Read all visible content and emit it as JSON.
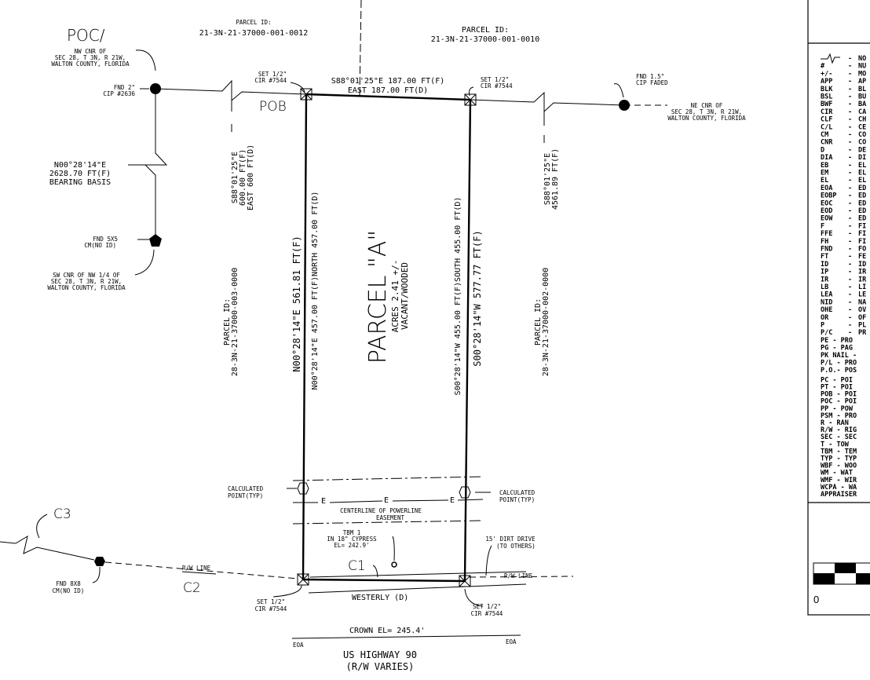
{
  "parcels": {
    "north_west": {
      "label": "PARCEL ID:",
      "id": "21-3N-21-37000-001-0012"
    },
    "north_east": {
      "label": "PARCEL ID:",
      "id": "21-3N-21-37000-001-0010"
    },
    "west": {
      "label": "PARCEL ID:",
      "id": "28-3N-21-37000-003-0000"
    },
    "east": {
      "label": "PARCEL ID:",
      "id": "28-3N-21-37000-002-0000"
    }
  },
  "subject": {
    "title": "PARCEL \"A\"",
    "acres": "ACRES 2.41 +/-",
    "use": "VACANT/WOODED"
  },
  "labels": {
    "poc": "POC/",
    "poc_desc": [
      "NW CNR OF",
      "SEC 28, T 3N, R 21W,",
      "WALTON COUNTY, FLORIDA"
    ],
    "fnd2": [
      "FND 2\"",
      "CIP #2636"
    ],
    "pob": "POB",
    "set_cir_nw": [
      "SET 1/2\"",
      "CIR #7544"
    ],
    "set_cir_ne": [
      "SET 1/2\"",
      "CIR #7544"
    ],
    "set_cir_sw": [
      "SET 1/2\"",
      "CIR #7544"
    ],
    "set_cir_se": [
      "SET 1/2\"",
      "CIR #7544"
    ],
    "north_line": [
      "S88°01'25\"E 187.00 FT(F)",
      "EAST 187.00 FT(D)"
    ],
    "fnd15": [
      "FND 1.5\"",
      "CIP FADED"
    ],
    "ne_cnr": [
      "NE CNR OF",
      "SEC 28, T 3N, R 21W,",
      "WALTON COUNTY, FLORIDA"
    ],
    "bearing_basis": [
      "N00°28'14\"E",
      "2628.70 FT(F)",
      "BEARING BASIS"
    ],
    "fnd5x5": [
      "FND 5X5",
      "CM(NO ID)"
    ],
    "sw_cnr": [
      "SW CNR OF NW 1/4 OF",
      "SEC 28, T 3N, R 21W,",
      "WALTON COUNTY, FLORIDA"
    ],
    "west_tie": [
      "S88°01'25\"E",
      "600.00 FT(F)",
      "EAST 600 FT(D)"
    ],
    "east_tie": [
      "S88°01'25\"E",
      "4561.89 FT(F)"
    ],
    "west_line_outer": "N00°28'14\"E 561.81 FT(F)",
    "west_line_inner": "N00°28'14\"E 457.00 FT(F)NORTH 457.00 FT(D)",
    "east_line_inner": "S00°28'14\"W 455.00 FT(F)SOUTH 455.00 FT(D)",
    "east_line_outer": "S00°28'14\"W 577.77 FT(F)",
    "calc_point": [
      "CALCULATED",
      "POINT(TYP)"
    ],
    "powerline": [
      "CENTERLINE OF POWERLINE",
      "EASEMENT"
    ],
    "e_marker": "E",
    "tbm": [
      "TBM 1",
      "IN 18\" CYPRESS",
      "EL= 242.9'"
    ],
    "c1": "C1",
    "c2": "C2",
    "c3": "C3",
    "rw_line": "R/W LINE",
    "dirt_drive": [
      "15' DIRT DRIVE",
      "(TO OTHERS)"
    ],
    "fnd8x8": [
      "FND 8X8",
      "CM(NO ID)"
    ],
    "westerly": "WESTERLY (D)",
    "crown": "CROWN EL= 245.4'",
    "eoa": "EOA",
    "highway": [
      "US HIGHWAY 90",
      "(R/W VARIES)"
    ]
  },
  "legend": {
    "items": [
      [
        "",
        "NO"
      ],
      [
        "#",
        "NU"
      ],
      [
        "+/-",
        "MO"
      ],
      [
        "APP",
        "AP"
      ],
      [
        "BLK",
        "BL"
      ],
      [
        "BSL",
        "BU"
      ],
      [
        "BWF",
        "BA"
      ],
      [
        "CIR",
        "CA"
      ],
      [
        "CLF",
        "CH"
      ],
      [
        "C/L",
        "CE"
      ],
      [
        "CM",
        "CO"
      ],
      [
        "CNR",
        "CO"
      ],
      [
        "D",
        "DE"
      ],
      [
        "DIA",
        "DI"
      ],
      [
        "EB",
        "EL"
      ],
      [
        "EM",
        "EL"
      ],
      [
        "EL",
        "EL"
      ],
      [
        "EOA",
        "ED"
      ],
      [
        "EOBP",
        "ED"
      ],
      [
        "EOC",
        "ED"
      ],
      [
        "EOD",
        "ED"
      ],
      [
        "EOW",
        "ED"
      ],
      [
        "F",
        "FI"
      ],
      [
        "FFE",
        "FI"
      ],
      [
        "FH",
        "FI"
      ],
      [
        "FND",
        "FO"
      ],
      [
        "FT",
        "FE"
      ],
      [
        "ID",
        "ID"
      ],
      [
        "IP",
        "IR"
      ],
      [
        "IR",
        "IR"
      ],
      [
        "LB",
        "LI"
      ],
      [
        "LEA",
        "LE"
      ],
      [
        "NID",
        "NA"
      ],
      [
        "OHE",
        "OV"
      ],
      [
        "OR",
        "OF"
      ],
      [
        "P",
        "PL"
      ],
      [
        "P/C",
        "PR"
      ]
    ],
    "items2": [
      "PE  - PRO",
      "PG  - PAG",
      "PK NAIL -",
      "P/L - PRO",
      "P.O.- POS"
    ],
    "items3": [
      "PC  - POI",
      "PT  - POI",
      "POB - POI",
      "POC - POI",
      "PP  - POW",
      "PSM - PRO",
      "R   - RAN",
      "R/W - RIG",
      "SEC - SEC",
      "T   - TOW",
      "TBM - TEM",
      "TYP - TYP",
      "WBF - WOO",
      "WM  - WAT",
      "WMF - WIR",
      "WCPA - WA",
      "APPRAISER"
    ],
    "scale_zero": "0"
  }
}
